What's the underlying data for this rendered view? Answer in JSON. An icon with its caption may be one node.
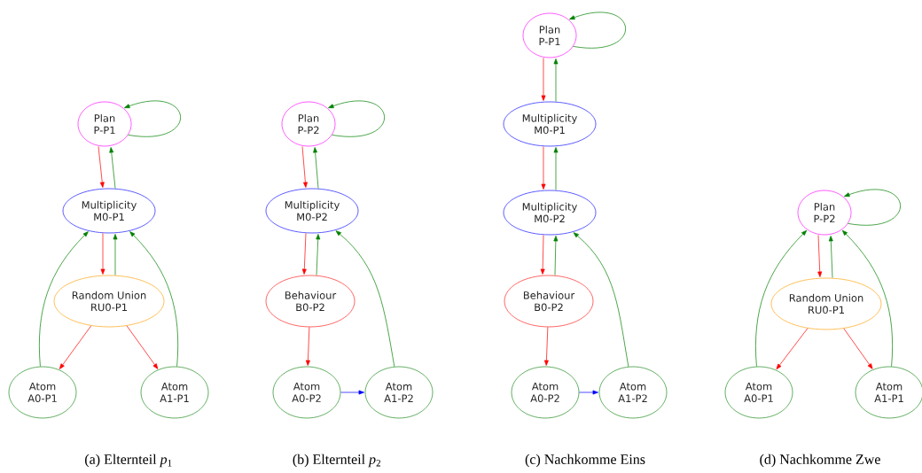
{
  "diagram": {
    "nodes": [
      {
        "text": [
          "Plan",
          "P-P1"
        ]
      },
      {
        "text": [
          "Multiplicity",
          "M0-P1"
        ]
      },
      {
        "text": [
          "Random Union",
          "RU0-P1"
        ]
      },
      {
        "text": [
          "Atom",
          "A0-P1"
        ]
      },
      {
        "text": [
          "Atom",
          "A1-P1"
        ]
      },
      {
        "text": [
          "Plan",
          "P-P2"
        ]
      },
      {
        "text": [
          "Multiplicity",
          "M0-P2"
        ]
      },
      {
        "text": [
          "Behaviour",
          "B0-P2"
        ]
      },
      {
        "text": [
          "Atom",
          "A0-P2"
        ]
      },
      {
        "text": [
          "Atom",
          "A1-P2"
        ]
      },
      {
        "text": [
          "Plan",
          "P-P1"
        ]
      },
      {
        "text": [
          "Multiplicity",
          "M0-P1"
        ]
      },
      {
        "text": [
          "Multiplicity",
          "M0-P2"
        ]
      },
      {
        "text": [
          "Behaviour",
          "B0-P2"
        ]
      },
      {
        "text": [
          "Atom",
          "A0-P2"
        ]
      },
      {
        "text": [
          "Atom",
          "A1-P2"
        ]
      },
      {
        "text": [
          "Plan",
          "P-P2"
        ]
      },
      {
        "text": [
          "Random Union",
          "RU0-P1"
        ]
      },
      {
        "text": [
          "Atom",
          "A0-P1"
        ]
      },
      {
        "text": [
          "Atom",
          "A1-P1"
        ]
      }
    ],
    "edges": [
      {
        "from": 0,
        "to": 0,
        "arrow": "to",
        "color": "#008000"
      },
      {
        "from": 0,
        "to": 1,
        "arrow": "to",
        "color": "#ff0000"
      },
      {
        "from": 1,
        "to": 0,
        "arrow": "to",
        "color": "#008000"
      },
      {
        "from": 1,
        "to": 2,
        "arrow": "to",
        "color": "#ff0000"
      },
      {
        "from": 2,
        "to": 1,
        "arrow": "to",
        "color": "#008000"
      },
      {
        "from": 2,
        "to": 3,
        "arrow": "to",
        "color": "#ff0000"
      },
      {
        "from": 2,
        "to": 4,
        "arrow": "to",
        "color": "#ff0000"
      },
      {
        "from": 3,
        "to": 1,
        "arrow": "to",
        "color": "#008000"
      },
      {
        "from": 4,
        "to": 1,
        "arrow": "to",
        "color": "#008000"
      },
      {
        "from": 5,
        "to": 5,
        "arrow": "to",
        "color": "#008000"
      },
      {
        "from": 5,
        "to": 6,
        "arrow": "to",
        "color": "#ff0000"
      },
      {
        "from": 6,
        "to": 5,
        "arrow": "to",
        "color": "#008000"
      },
      {
        "from": 6,
        "to": 7,
        "arrow": "to",
        "color": "#ff0000"
      },
      {
        "from": 7,
        "to": 6,
        "arrow": "to",
        "color": "#008000"
      },
      {
        "from": 7,
        "to": 8,
        "arrow": "to",
        "color": "#ff0000"
      },
      {
        "from": 8,
        "to": 9,
        "arrow": "to",
        "color": "#0000ff"
      },
      {
        "from": 9,
        "to": 6,
        "arrow": "to",
        "color": "#008000"
      },
      {
        "from": 10,
        "to": 10,
        "arrow": "to",
        "color": "#008000"
      },
      {
        "from": 10,
        "to": 11,
        "arrow": "to",
        "color": "#ff0000"
      },
      {
        "from": 11,
        "to": 10,
        "arrow": "to",
        "color": "#008000"
      },
      {
        "from": 11,
        "to": 12,
        "arrow": "to",
        "color": "#ff0000"
      },
      {
        "from": 12,
        "to": 11,
        "arrow": "to",
        "color": "#008000"
      },
      {
        "from": 12,
        "to": 13,
        "arrow": "to",
        "color": "#ff0000"
      },
      {
        "from": 13,
        "to": 12,
        "arrow": "to",
        "color": "#008000"
      },
      {
        "from": 13,
        "to": 14,
        "arrow": "to",
        "color": "#ff0000"
      },
      {
        "from": 14,
        "to": 15,
        "arrow": "to",
        "color": "#0000ff"
      },
      {
        "from": 15,
        "to": 12,
        "arrow": "to",
        "color": "#008000"
      },
      {
        "from": 16,
        "to": 16,
        "arrow": "to",
        "color": "#008000"
      },
      {
        "from": 16,
        "to": 17,
        "arrow": "to",
        "color": "#ff0000"
      },
      {
        "from": 17,
        "to": 16,
        "arrow": "to",
        "color": "#008000"
      },
      {
        "from": 17,
        "to": 18,
        "arrow": "to",
        "color": "#ff0000"
      },
      {
        "from": 17,
        "to": 19,
        "arrow": "to",
        "color": "#ff0000"
      },
      {
        "from": 18,
        "to": 16,
        "arrow": "to",
        "color": "#008000"
      },
      {
        "from": 19,
        "to": 16,
        "arrow": "to",
        "color": "#008000"
      }
    ],
    "labels": [
      "(a)  Elternteil *p*$_{1}$",
      "(b)  Elternteil *p*$_{2}$",
      "(c)  Nachkomme Eins",
      "(d)  Nachkomme Zwe"
    ]
  }
}
